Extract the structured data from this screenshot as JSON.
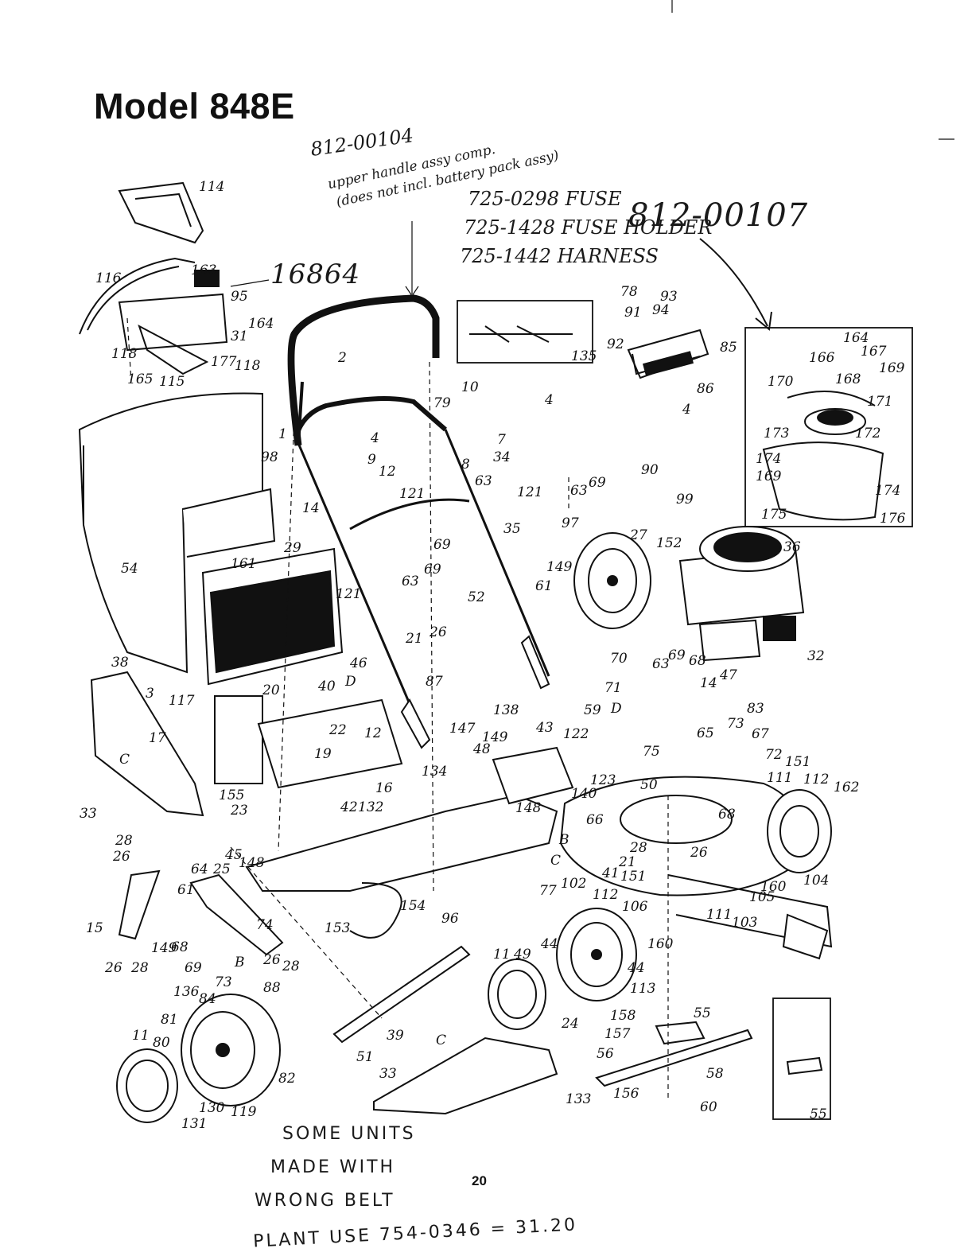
{
  "title": "Model 848E",
  "page_number": "20",
  "annotations": {
    "upper_handle_partno": "812-00104",
    "upper_handle_line1": "upper handle assy comp.",
    "upper_handle_line2": "(does not incl. battery pack assy)",
    "fuse": "725-0298 FUSE",
    "fuse_holder": "725-1428 FUSE HOLDER",
    "harness": "725-1442 HARNESS",
    "assembly_partno": "812-00107",
    "part_16864": "16864",
    "note_line1": "SOME UNITS",
    "note_line2": "MADE WITH",
    "note_line3": "WRONG BELT",
    "note_line4": "PLANT USE 754-0346 = 31.20"
  },
  "callouts": [
    "114",
    "116",
    "163",
    "95",
    "164",
    "31",
    "118",
    "177",
    "118",
    "165",
    "115",
    "2",
    "78",
    "93",
    "94",
    "91",
    "92",
    "85",
    "86",
    "135",
    "164",
    "167",
    "166",
    "169",
    "170",
    "168",
    "171",
    "173",
    "172",
    "174",
    "169",
    "174",
    "175",
    "176",
    "10",
    "79",
    "4",
    "7",
    "1",
    "4",
    "9",
    "8",
    "34",
    "12",
    "63",
    "121",
    "121",
    "63",
    "69",
    "90",
    "4",
    "99",
    "97",
    "98",
    "14",
    "69",
    "35",
    "52",
    "29",
    "161",
    "54",
    "121",
    "63",
    "69",
    "149",
    "61",
    "27",
    "152",
    "36",
    "32",
    "38",
    "3",
    "117",
    "17",
    "C",
    "33",
    "20",
    "40",
    "46",
    "D",
    "87",
    "21",
    "26",
    "22",
    "12",
    "19",
    "155",
    "23",
    "16",
    "70",
    "63",
    "69",
    "68",
    "14",
    "47",
    "71",
    "D",
    "83",
    "59",
    "75",
    "65",
    "73",
    "67",
    "72",
    "151",
    "111",
    "112",
    "162",
    "138",
    "43",
    "122",
    "123",
    "147",
    "149",
    "48",
    "134",
    "140",
    "148",
    "50",
    "68",
    "42",
    "132",
    "66",
    "B",
    "28",
    "C",
    "21",
    "26",
    "41",
    "151",
    "77",
    "102",
    "112",
    "105",
    "160",
    "104",
    "111",
    "103",
    "106",
    "160",
    "28",
    "26",
    "45",
    "148",
    "64",
    "25",
    "61",
    "15",
    "149",
    "68",
    "74",
    "26",
    "28",
    "69",
    "73",
    "B",
    "26",
    "28",
    "88",
    "153",
    "154",
    "96",
    "11",
    "49",
    "44",
    "44",
    "113",
    "136",
    "84",
    "81",
    "11",
    "80",
    "82",
    "130",
    "119",
    "131",
    "39",
    "51",
    "C",
    "24",
    "33",
    "133",
    "158",
    "55",
    "157",
    "56",
    "58",
    "156",
    "60",
    "55"
  ],
  "icons": {
    "grass_bag": "grass-bag-icon",
    "engine": "engine-icon",
    "wheel": "wheel-icon",
    "blade": "blade-icon",
    "battery": "battery-pack-icon"
  }
}
